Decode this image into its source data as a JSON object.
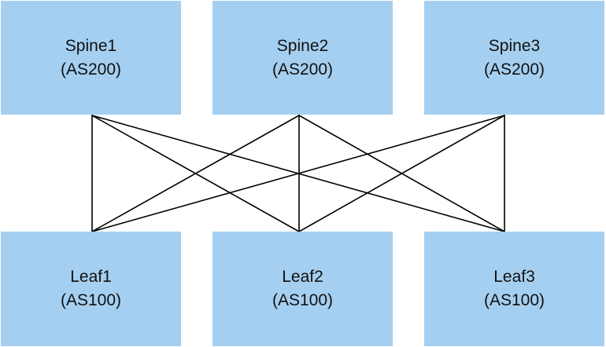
{
  "spines": [
    {
      "name": "Spine1",
      "asn": "(AS200)"
    },
    {
      "name": "Spine2",
      "asn": "(AS200)"
    },
    {
      "name": "Spine3",
      "asn": "(AS200)"
    }
  ],
  "leaves": [
    {
      "name": "Leaf1",
      "asn": "(AS100)"
    },
    {
      "name": "Leaf2",
      "asn": "(AS100)"
    },
    {
      "name": "Leaf3",
      "asn": "(AS100)"
    }
  ],
  "links": [
    {
      "spine": 0,
      "leaf": 0
    },
    {
      "spine": 0,
      "leaf": 1
    },
    {
      "spine": 0,
      "leaf": 2
    },
    {
      "spine": 1,
      "leaf": 0
    },
    {
      "spine": 1,
      "leaf": 1
    },
    {
      "spine": 1,
      "leaf": 2
    },
    {
      "spine": 2,
      "leaf": 0
    },
    {
      "spine": 2,
      "leaf": 1
    },
    {
      "spine": 2,
      "leaf": 2
    }
  ],
  "colors": {
    "node_fill": "#a5cff0",
    "link": "#000000",
    "text": "#111111"
  }
}
